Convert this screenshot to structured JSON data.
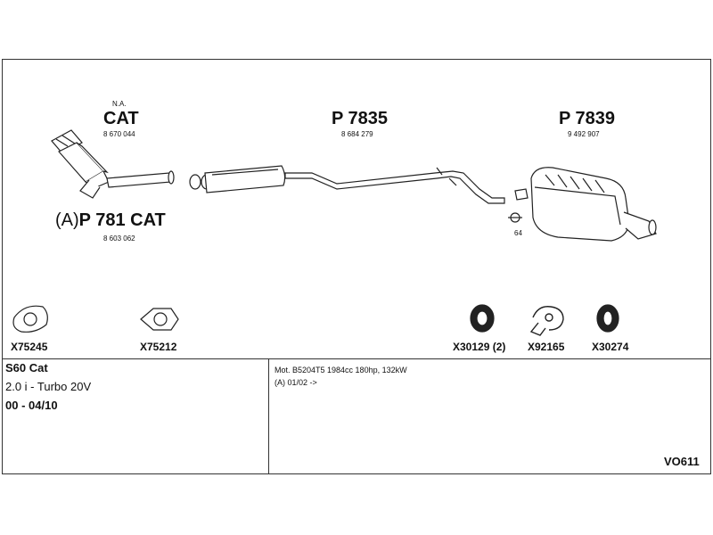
{
  "cat": {
    "prefix": "N.A.",
    "code": "CAT",
    "number": "8 670 044"
  },
  "alt_cat": {
    "prefix": "(A)",
    "code": "P 781 CAT",
    "number": "8 603 062"
  },
  "mid_pipe": {
    "code": "P 7835",
    "number": "8 684 279"
  },
  "rear_muffler": {
    "code": "P 7839",
    "number": "9 492 907"
  },
  "hanger_ref": "64",
  "parts": [
    {
      "code": "X75245",
      "icon": "gasket-3bolt-icon"
    },
    {
      "code": "X75212",
      "icon": "gasket-2bolt-icon"
    },
    {
      "code": "X30129 (2)",
      "icon": "rubber-mount-icon"
    },
    {
      "code": "X92165",
      "icon": "clamp-icon"
    },
    {
      "code": "X30274",
      "icon": "rubber-mount-icon"
    }
  ],
  "vehicle": {
    "model": "S60 Cat",
    "engine": "2.0 i - Turbo 20V",
    "years": "00 - 04/10"
  },
  "notes": {
    "line1": "Mot. B5204T5 1984cc 180hp, 132kW",
    "line2": "(A) 01/02 ->"
  },
  "catalog_ref": "VO611"
}
